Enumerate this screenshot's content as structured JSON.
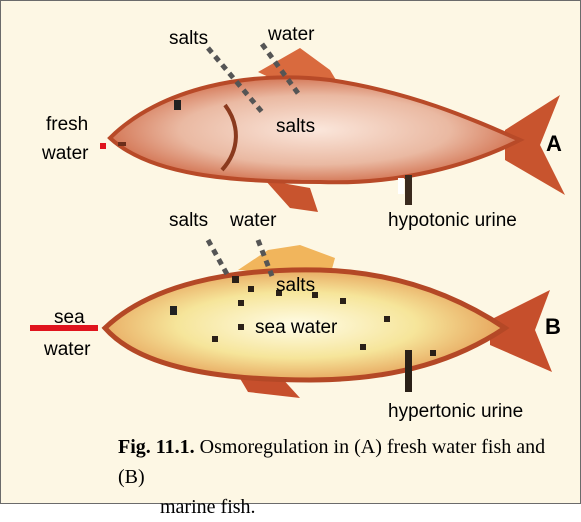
{
  "fishA": {
    "letter": "A",
    "salts_in_label": "salts",
    "water_in_label": "water",
    "body_salts_label": "salts",
    "fresh_label": "fresh",
    "water_outside_label": "water",
    "urine_label": "hypotonic urine"
  },
  "fishB": {
    "letter": "B",
    "salts_label": "salts",
    "water_label": "water",
    "body_salts_label": "salts",
    "body_seawater_label": "sea water",
    "sea_label": "sea",
    "water_outside_label": "water",
    "urine_label": "hypertonic urine"
  },
  "caption": {
    "title": "Fig. 11.1.",
    "line1": " Osmoregulation in (A) fresh water fish and (B)",
    "line2": "marine fish."
  },
  "colors": {
    "frame_bg": "#fdf7e4",
    "fishA_body": "#eab9a2",
    "fishA_fins": "#c8542e",
    "fishB_body": "#f6e59a",
    "fishB_fins": "#c64f2c",
    "sea_arrow": "#e0141d"
  }
}
